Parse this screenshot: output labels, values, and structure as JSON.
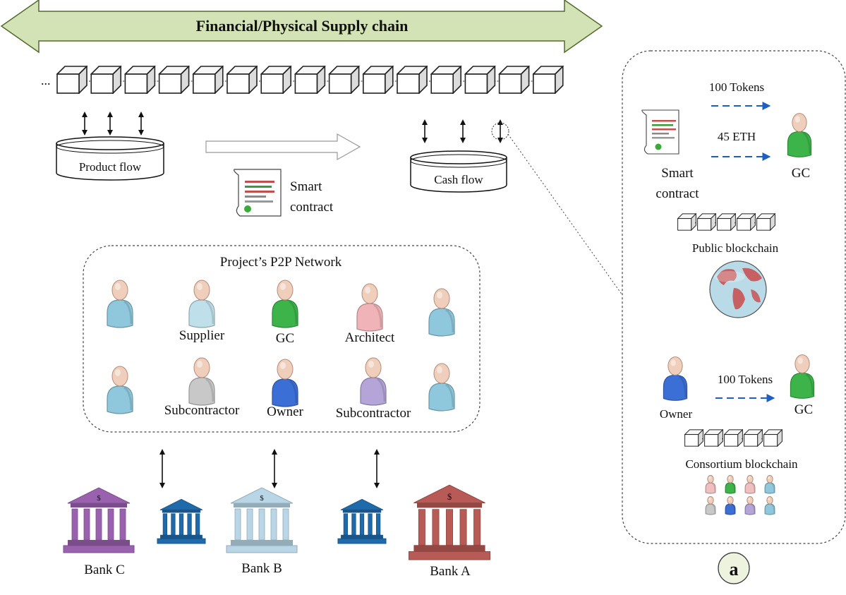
{
  "supply_chain_label": "Financial/Physical Supply chain",
  "chain_ellipsis": "...",
  "product_flow": "Product flow",
  "cash_flow": "Cash flow",
  "smart_contract": {
    "line1": "Smart",
    "line2": "contract"
  },
  "p2p": {
    "title": "Project’s P2P Network",
    "people": [
      {
        "label": "",
        "color": "#8fc8dc"
      },
      {
        "label": "Supplier",
        "color": "#bfe0ea"
      },
      {
        "label": "GC",
        "color": "#3cb44a"
      },
      {
        "label": "Architect",
        "color": "#f0b4b8"
      },
      {
        "label": "",
        "color": "#8fc8dc"
      },
      {
        "label": "",
        "color": "#8fc8dc"
      },
      {
        "label": "Subcontractor",
        "color": "#c8c8c8"
      },
      {
        "label": "Owner",
        "color": "#3c6fd6"
      },
      {
        "label": "Subcontractor",
        "color": "#b4a4d8"
      },
      {
        "label": "",
        "color": "#8fc8dc"
      }
    ]
  },
  "banks": [
    {
      "label": "Bank C",
      "color": "#9a62ae"
    },
    {
      "label": "",
      "color": "#1f6aaa"
    },
    {
      "label": "Bank B",
      "color": "#b9d6e6"
    },
    {
      "label": "",
      "color": "#1f6aaa"
    },
    {
      "label": "Bank A",
      "color": "#b85a55"
    }
  ],
  "panel": {
    "public": {
      "tx1": "100 Tokens",
      "tx2": "45 ETH",
      "contract_line1": "Smart",
      "contract_line2": "contract",
      "receiver": "GC",
      "chain_label": "Public blockchain"
    },
    "consortium": {
      "sender": "Owner",
      "tx": "100 Tokens",
      "receiver": "GC",
      "chain_label": "Consortium blockchain"
    },
    "badge": "a"
  },
  "colors": {
    "arrow_fill": "#d4e3b5",
    "token_arrow": "#1f5fc4",
    "gc_green": "#3cb44a",
    "owner_blue": "#3c6fd6"
  }
}
